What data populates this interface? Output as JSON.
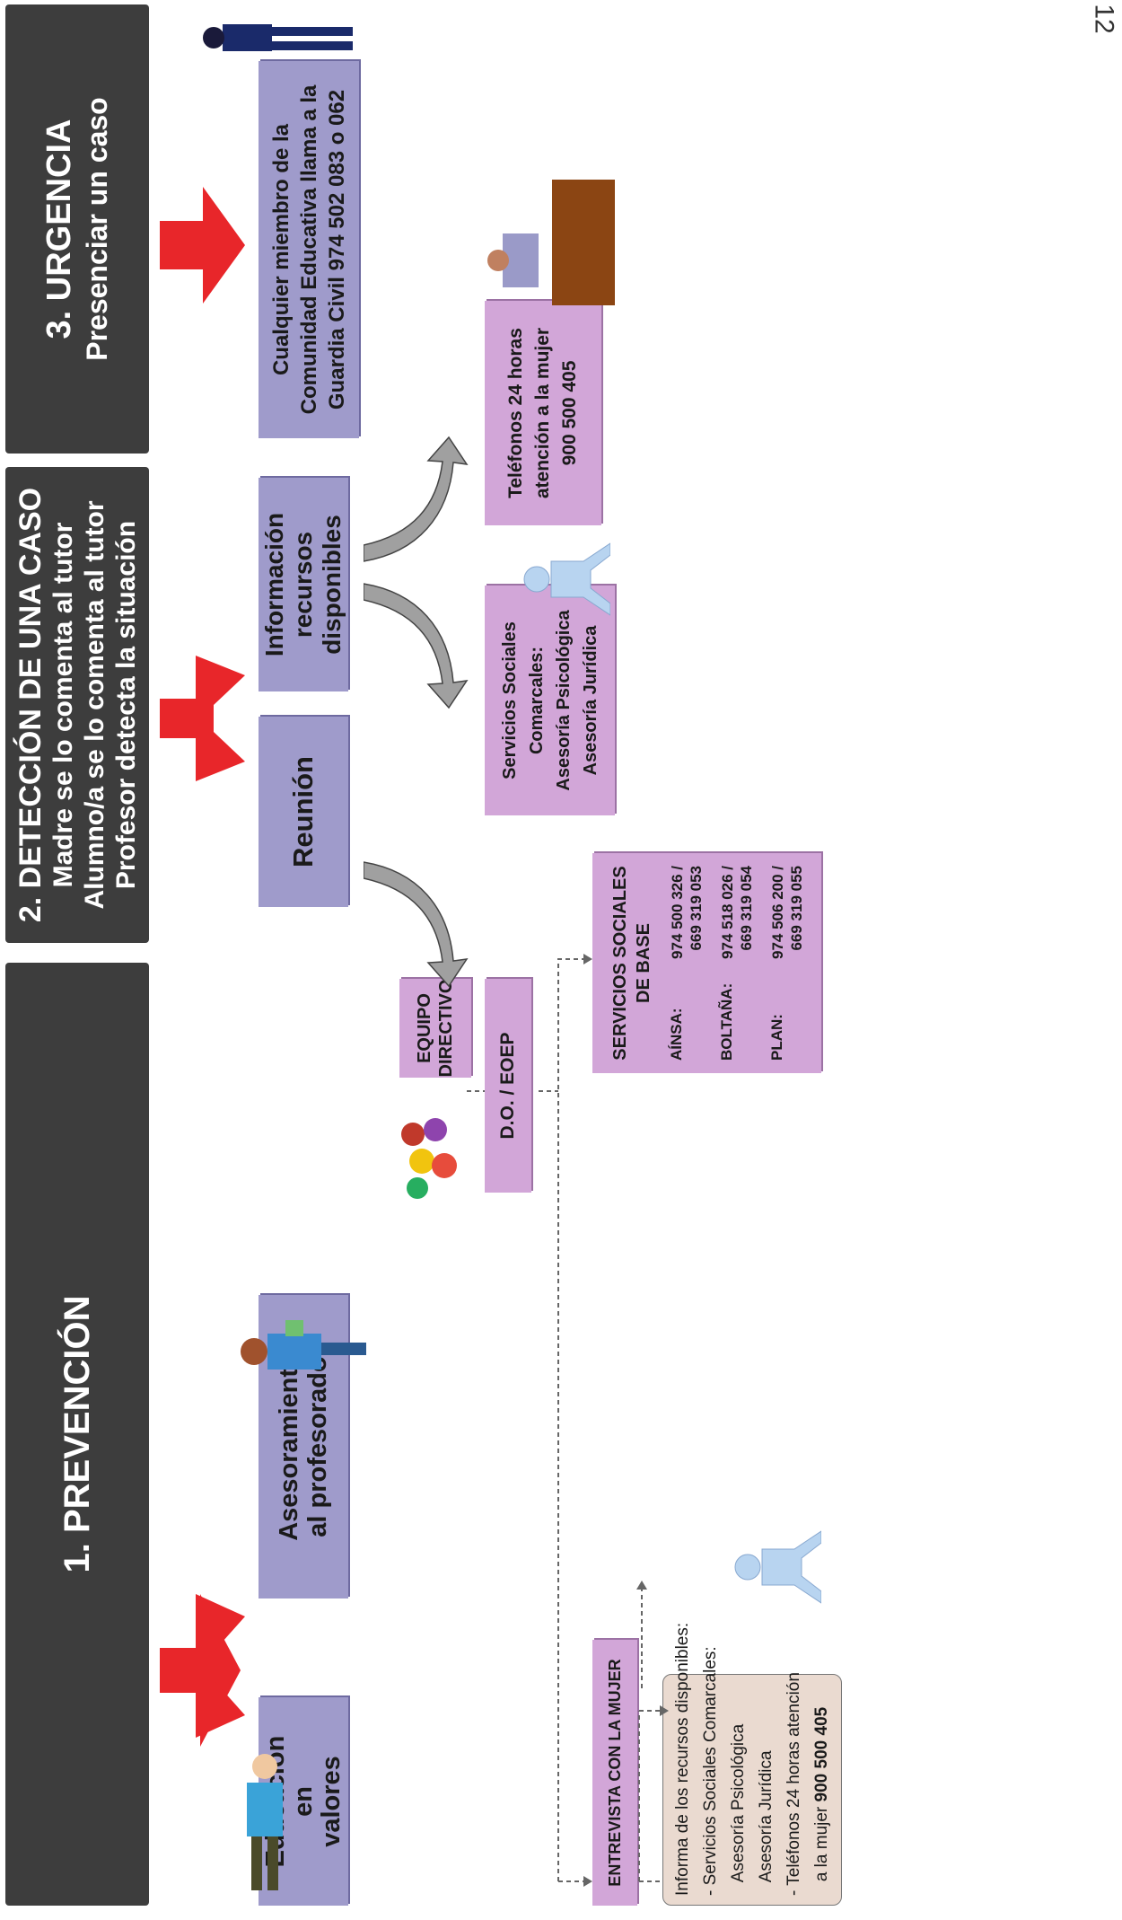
{
  "page_number": "12",
  "columns": {
    "prevencion": {
      "title": "1. PREVENCIÓN"
    },
    "deteccion": {
      "title": "2. DETECCIÓN DE UNA CASO",
      "lines": [
        "Madre se lo comenta al tutor",
        "Alumno/a se lo comenta al tutor",
        "Profesor detecta la situación"
      ]
    },
    "urgencia": {
      "title": "3. URGENCIA",
      "subtitle": "Presenciar un caso"
    }
  },
  "boxes": {
    "educacion": [
      "Educación",
      "en",
      "valores"
    ],
    "asesoramiento": [
      "Asesoramiento",
      "al profesorado"
    ],
    "reunion": "Reunión",
    "informacion": [
      "Información",
      "recursos",
      "disponibles"
    ],
    "guardia": [
      "Cualquier miembro de la",
      "Comunidad Educativa llama a la",
      "Guardia Civil  974 502 083 o 062"
    ],
    "telefonos": [
      "Teléfonos 24 horas",
      "atención a la mujer",
      "900 500 405"
    ],
    "servicios_comarcales": [
      "Servicios Sociales",
      "Comarcales:",
      "Asesoría Psicológica",
      "Asesoría Jurídica"
    ],
    "equipo_directivo": [
      "EQUIPO",
      "DIRECTIVO"
    ],
    "do_eoep": "D.O. /  EOEP",
    "entrevista": "ENTREVISTA CON LA MUJER",
    "informa": {
      "heading": "Informa de los recursos disponibles:",
      "items": [
        "- Servicios Sociales Comarcales:",
        "   Asesoría Psicológica",
        "   Asesoría Jurídica",
        "- Teléfonos 24 horas atención"
      ],
      "last_prefix": "   a la mujer ",
      "last_number": "900 500 405"
    },
    "ssb": {
      "title": [
        "SERVICIOS SOCIALES",
        "DE BASE"
      ],
      "rows": [
        {
          "place": "AÍNSA:",
          "phones": [
            "974 500 326 /",
            "669 319 053"
          ]
        },
        {
          "place": "BOLTAÑA:",
          "phones": [
            "974 518 026 /",
            "669 319 054"
          ]
        },
        {
          "place": "PLAN:",
          "phones": [
            "974 506 200 /",
            "669 319 055"
          ]
        }
      ]
    }
  },
  "colors": {
    "header": "#3d3d3d",
    "lavender": "#9f9bcb",
    "pink": "#d2a6d8",
    "tan": "#eadad0",
    "arrow_red": "#e8262a",
    "arrow_gray": "#a0a0a0"
  }
}
